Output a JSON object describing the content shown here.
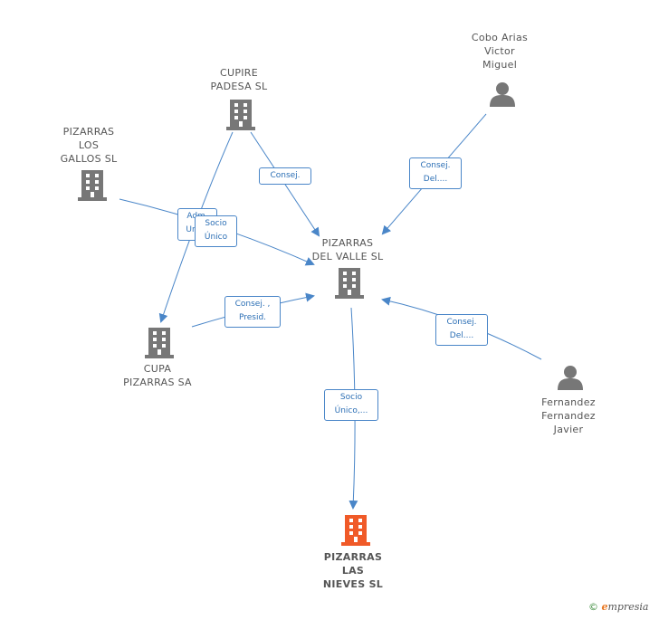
{
  "colors": {
    "edge": "#4a86c8",
    "building": "#777777",
    "building_focus": "#f05a28",
    "person": "#777777"
  },
  "nodes": {
    "cobo": {
      "icon": "person-icon",
      "lines": [
        "Cobo Arias",
        "Victor",
        "Miguel"
      ]
    },
    "cupire": {
      "icon": "building-icon",
      "lines": [
        "CUPIRE",
        "PADESA SL"
      ]
    },
    "los_gallos": {
      "icon": "building-icon",
      "lines": [
        "PIZARRAS",
        "LOS",
        "GALLOS SL"
      ]
    },
    "del_valle": {
      "icon": "building-icon",
      "lines": [
        "PIZARRAS",
        "DEL VALLE SL"
      ]
    },
    "cupa": {
      "icon": "building-icon",
      "lines": [
        "CUPA",
        "PIZARRAS SA"
      ]
    },
    "fernandez": {
      "icon": "person-icon",
      "lines": [
        "Fernandez",
        "Fernandez",
        "Javier"
      ]
    },
    "las_nieves": {
      "icon": "building-icon",
      "lines": [
        "PIZARRAS",
        "LAS",
        "NIEVES SL"
      ]
    }
  },
  "edges": {
    "cupire_valle": {
      "lines": [
        "Consej."
      ]
    },
    "cobo_valle": {
      "lines": [
        "Consej.",
        "Del...."
      ]
    },
    "admin_unico": {
      "lines": [
        "Adm.",
        "Unico"
      ]
    },
    "socio_unico": {
      "lines": [
        "Socio",
        "Único"
      ]
    },
    "cupa_valle": {
      "lines": [
        "Consej. ,",
        "Presid."
      ]
    },
    "fernandez_valle": {
      "lines": [
        "Consej.",
        "Del...."
      ]
    },
    "valle_nieves": {
      "lines": [
        "Socio",
        "Único,..."
      ]
    }
  },
  "footer": {
    "copyright": "©",
    "brand_initial": "e",
    "brand_rest": "mpresia"
  }
}
